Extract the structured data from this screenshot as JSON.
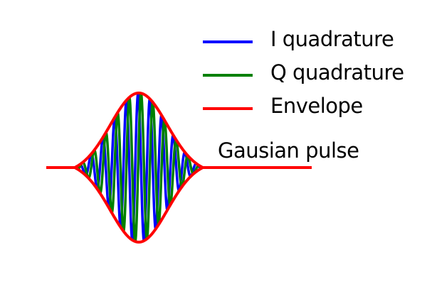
{
  "legend": {
    "items": [
      {
        "label": "I quadrature",
        "color": "#0000ff"
      },
      {
        "label": "Q quadrature",
        "color": "#008000"
      },
      {
        "label": "Envelope",
        "color": "#ff0000"
      }
    ]
  },
  "pulse": {
    "label": "Gausian pulse"
  },
  "colors": {
    "i_quadrature": "#0000ff",
    "q_quadrature": "#008000",
    "envelope": "#ff0000",
    "background": "#ffffff"
  }
}
